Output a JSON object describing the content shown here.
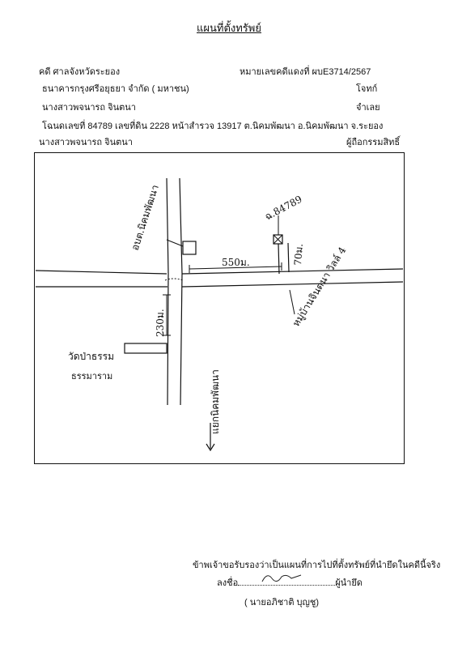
{
  "header": {
    "title": "แผนที่ตั้งทรัพย์",
    "court": "คดี ศาลจังหวัดระยอง",
    "case_number": "หมายเลขคดีแดงที่ ผบE3714/2567",
    "plaintiff_name": "ธนาคารกรุงศรีอยุธยา จำกัด ( มหาชน)",
    "plaintiff_role": "โจทก์",
    "defendant_name": "นางสาวพจนารถ   จินตนา",
    "defendant_role": "จำเลย",
    "deed_line": "โฉนดเลขที่ 84789 เลขที่ดิน 2228 หน้าสำรวจ 13917 ต.นิคมพัฒนา อ.นิคมพัฒนา จ.ระยอง",
    "owner_name": "นางสาวพจนารถ   จินตนา",
    "owner_role": "ผู้ถือกรรมสิทธิ์"
  },
  "map": {
    "label_obt": "อบต.นิคมพัฒนา",
    "label_deed": "ฉ.84789",
    "label_dist_550": "550ม.",
    "label_dist_70": "70ม.",
    "label_dist_230": "230ม.",
    "label_village": "หมู่บ้านจินตนา วิลล์ 4",
    "label_temple": "วัดป่าธรรม",
    "label_temple_sub": "ธรรมาราม",
    "label_direction": "แยกนิคมพัฒนา"
  },
  "footer": {
    "certify": "ข้าพเจ้าขอรับรองว่าเป็นแผนที่การไปที่ตั้งทรัพย์ที่นำยึดในคดีนี้จริง",
    "sign_prefix": "ลงชื่อ",
    "sign_role": "ผู้นำยึด",
    "signer": "( นายอภิชาติ  บุญชู)"
  }
}
